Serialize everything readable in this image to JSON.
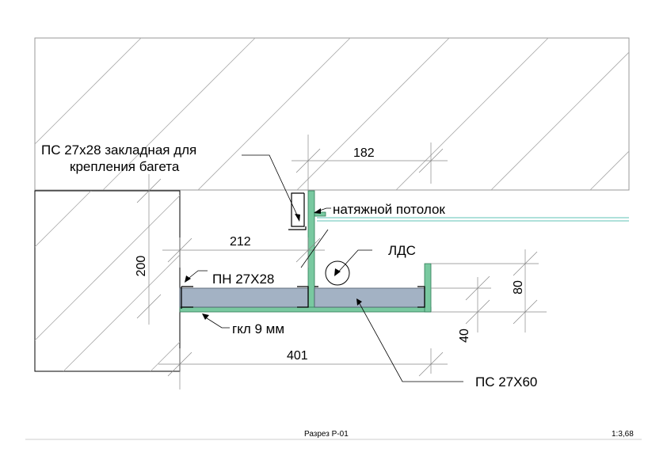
{
  "labels": {
    "ps_embedded_line1": "ПС 27х28 закладная для",
    "ps_embedded_line2": "крепления багета",
    "stretch_ceiling": "натяжной потолок",
    "lamp": "ЛДС",
    "pn_profile": "ПН 27Х28",
    "drywall": "гкл 9 мм",
    "ps_profile": "ПС 27Х60"
  },
  "dimensions": {
    "d182": "182",
    "d212": "212",
    "d200": "200",
    "d401": "401",
    "d80": "80",
    "d40": "40"
  },
  "footer": {
    "title": "Разрез Р-01",
    "scale": "1:3,68"
  },
  "colors": {
    "board_fill": "#a3b2c4",
    "profile_green": "#79c9a0",
    "ceiling_line": "#7fcfc4"
  }
}
